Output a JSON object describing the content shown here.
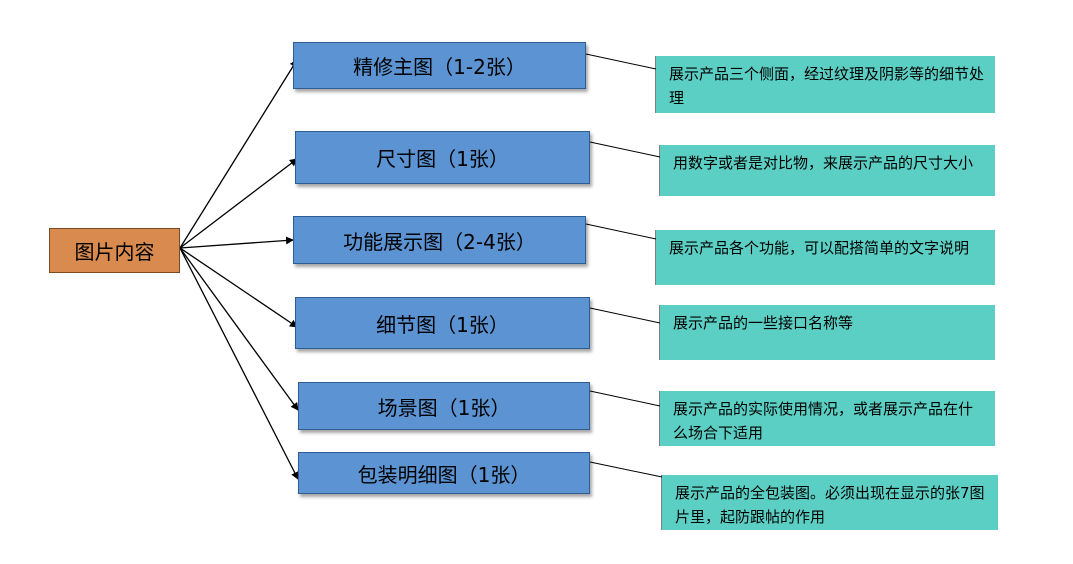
{
  "root": {
    "label": "图片内容"
  },
  "branches": [
    {
      "label": "精修主图（1-2张）",
      "note": "展示产品三个侧面，经过纹理及阴影等的细节处理"
    },
    {
      "label": "尺寸图（1张）",
      "note": "用数字或者是对比物，来展示产品的尺寸大小"
    },
    {
      "label": "功能展示图（2-4张）",
      "note": "展示产品各个功能，可以配搭简单的文字说明"
    },
    {
      "label": "细节图（1张）",
      "note": "展示产品的一些接口名称等"
    },
    {
      "label": "场景图（1张）",
      "note": "展示产品的实际使用情况，或者展示产品在什么场合下适用"
    },
    {
      "label": "包装明细图（1张）",
      "note": "展示产品的全包装图。必须出现在显示的张7图片里，起防跟帖的作用"
    }
  ],
  "colors": {
    "root": "#d88a4f",
    "node": "#5b93d3",
    "note": "#5ccfc4"
  }
}
